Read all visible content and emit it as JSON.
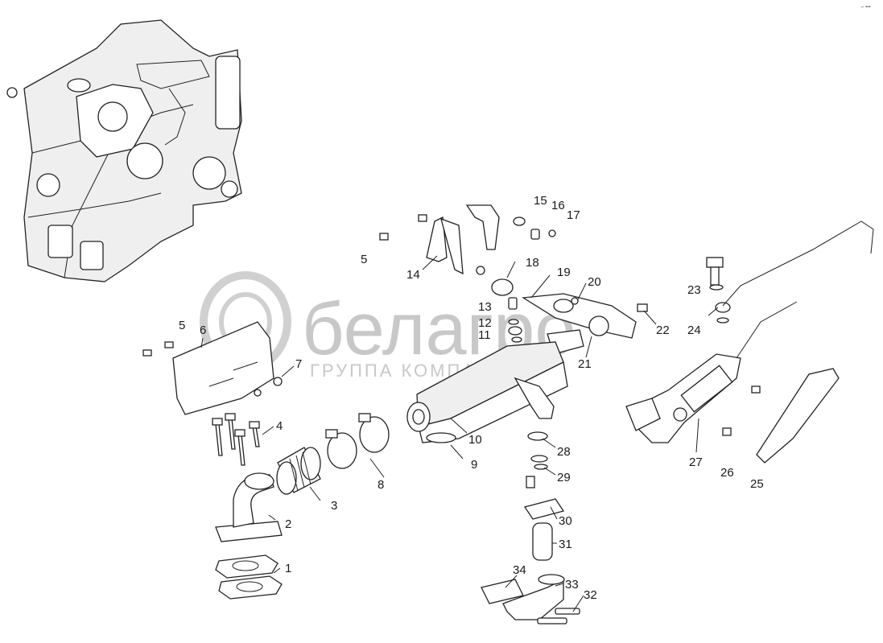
{
  "watermark": {
    "brand": "белагро",
    "tagline": "ГРУППА КОМПАНИЙ"
  },
  "corner_mark": "⌐ ▪▪▪",
  "callouts": {
    "n1": "1",
    "n2": "2",
    "n3": "3",
    "n4": "4",
    "n5a": "5",
    "n5b": "5",
    "n6": "6",
    "n7": "7",
    "n8": "8",
    "n9": "9",
    "n10": "10",
    "n11": "11",
    "n12": "12",
    "n13": "13",
    "n14": "14",
    "n15": "15",
    "n16": "16",
    "n17": "17",
    "n18": "18",
    "n19": "19",
    "n20": "20",
    "n21": "21",
    "n22": "22",
    "n23": "23",
    "n24": "24",
    "n25": "25",
    "n26": "26",
    "n27": "27",
    "n28": "28",
    "n29": "29",
    "n30": "30",
    "n31": "31",
    "n32": "32",
    "n33": "33",
    "n34": "34"
  },
  "colors": {
    "line": "#222222",
    "watermark": "#c8c8c8"
  }
}
